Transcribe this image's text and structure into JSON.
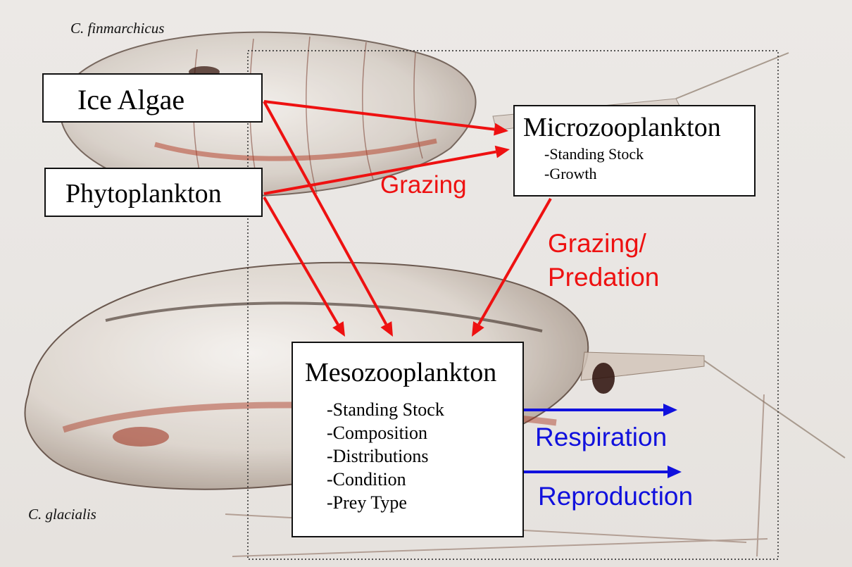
{
  "species": {
    "top": "C. finmarchicus",
    "bottom": "C. glacialis"
  },
  "nodes": {
    "ice_algae": {
      "title": "Ice Algae"
    },
    "phytoplankton": {
      "title": "Phytoplankton"
    },
    "microzooplankton": {
      "title": "Microzooplankton",
      "items": [
        "-Standing Stock",
        "-Growth"
      ]
    },
    "mesozooplankton": {
      "title": "Mesozooplankton",
      "items": [
        "-Standing Stock",
        "-Composition",
        "-Distributions",
        "-Condition",
        "-Prey Type"
      ]
    }
  },
  "flows": {
    "grazing": "Grazing",
    "grazing_predation_line1": "Grazing/",
    "grazing_predation_line2": "Predation",
    "respiration": "Respiration",
    "reproduction": "Reproduction"
  },
  "colors": {
    "feeding_arrows": "#ee1111",
    "output_arrows": "#1111dd"
  },
  "edges": [
    {
      "from": "ice_algae",
      "to": "microzooplankton",
      "color": "red"
    },
    {
      "from": "phytoplankton",
      "to": "microzooplankton",
      "color": "red"
    },
    {
      "from": "ice_algae",
      "to": "mesozooplankton",
      "color": "red"
    },
    {
      "from": "phytoplankton",
      "to": "mesozooplankton",
      "color": "red"
    },
    {
      "from": "microzooplankton",
      "to": "mesozooplankton",
      "color": "red"
    },
    {
      "from": "mesozooplankton",
      "to": "respiration",
      "color": "blue"
    },
    {
      "from": "mesozooplankton",
      "to": "reproduction",
      "color": "blue"
    }
  ]
}
